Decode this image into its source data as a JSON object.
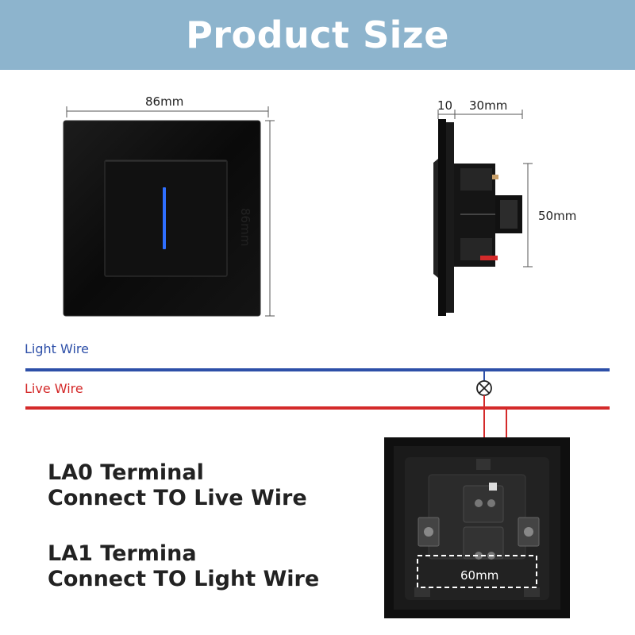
{
  "header": {
    "title": "Product Size"
  },
  "front_view": {
    "width_label": "86mm",
    "height_label": "86mm"
  },
  "side_view": {
    "depth_front_label": "10",
    "depth_back_label": "30mm",
    "height_label": "50mm"
  },
  "wires": {
    "light_label": "Light Wire",
    "live_label": "Live Wire",
    "light_color": "#2d4fa8",
    "live_color": "#d42a2a"
  },
  "instructions": {
    "la0_line1": "LA0 Terminal",
    "la0_line2": "Connect TO Live Wire",
    "la1_line1": "LA1 Termina",
    "la1_line2": "Connect TO Light Wire"
  },
  "back_view": {
    "box_width_label": "60mm"
  }
}
